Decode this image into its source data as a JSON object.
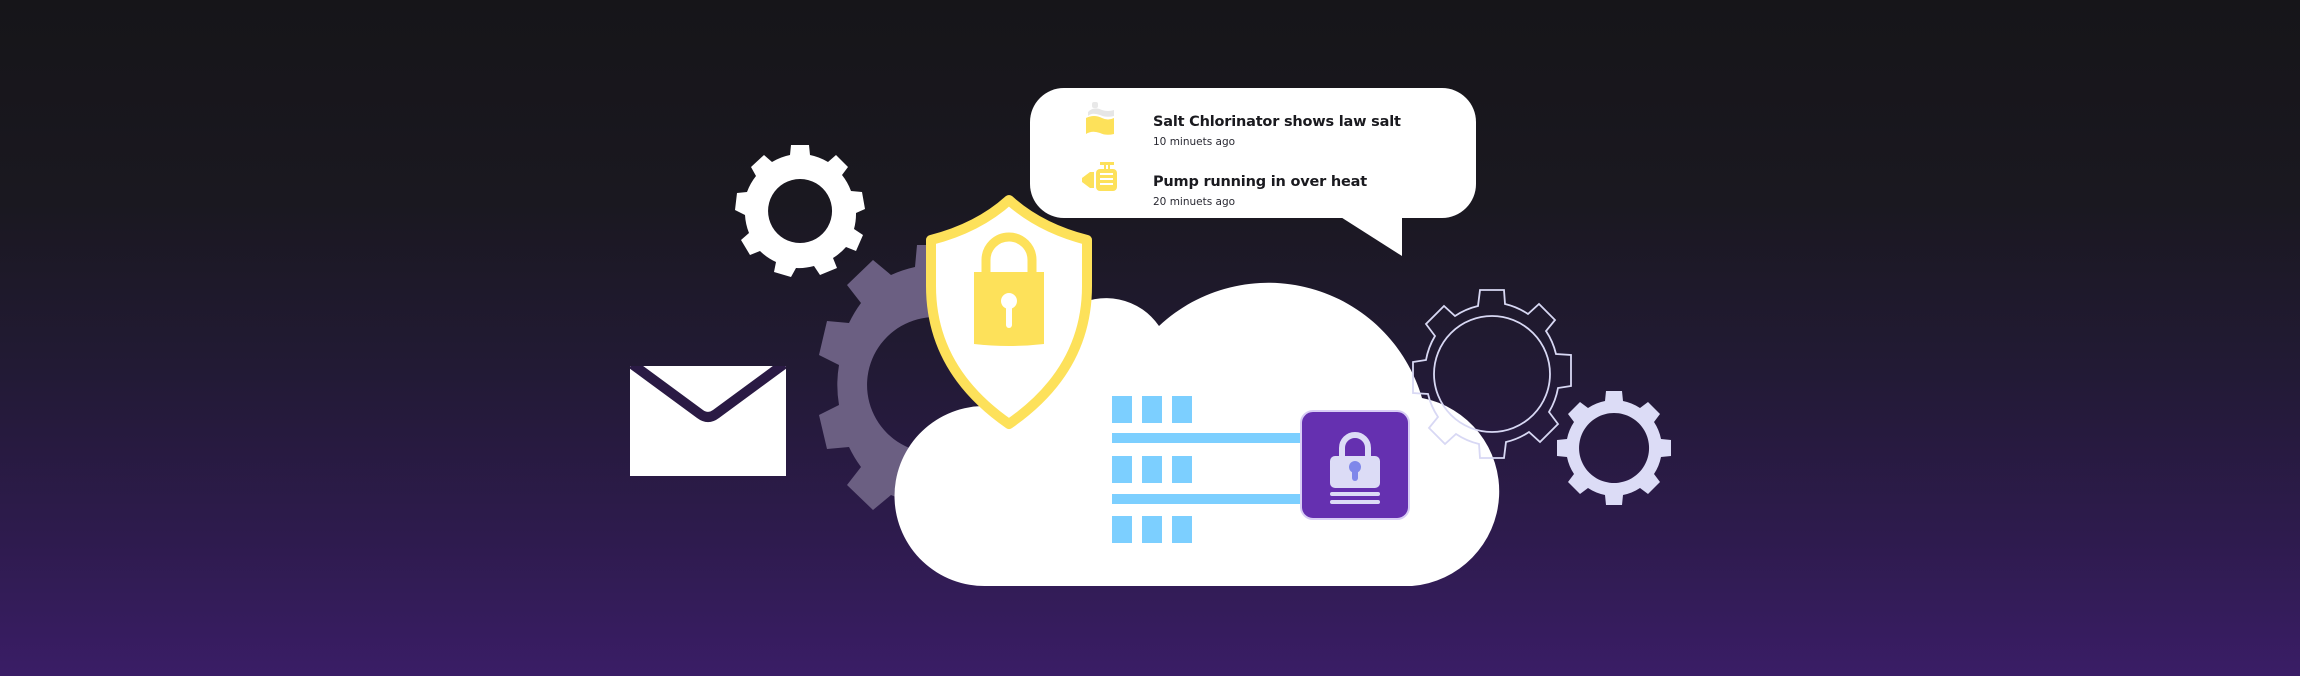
{
  "scene": {
    "description": "Cloud security illustration with notifications",
    "colors": {
      "background_top": "#161519",
      "background_bottom": "#3a1d66",
      "cloud": "#ffffff",
      "shield_yellow": "#fde15a",
      "server_blue": "#7ccfff",
      "lock_tile_purple": "#6530b0",
      "lock_tile_light": "#dcdcf6",
      "faded_gear": "#6b5f82"
    }
  },
  "notifications": [
    {
      "icon": "salt-chlorinator-icon",
      "title": "Salt Chlorinator shows law salt",
      "time": "10 minuets ago"
    },
    {
      "icon": "pump-icon",
      "title": "Pump running in over heat",
      "time": "20 minuets ago"
    }
  ],
  "icons": [
    "gear-icon",
    "faded-gear-icon",
    "envelope-icon",
    "shield-lock-icon",
    "cloud-icon",
    "server-rack-icon",
    "lock-tile-icon",
    "outline-gear-icon",
    "small-gear-icon"
  ]
}
